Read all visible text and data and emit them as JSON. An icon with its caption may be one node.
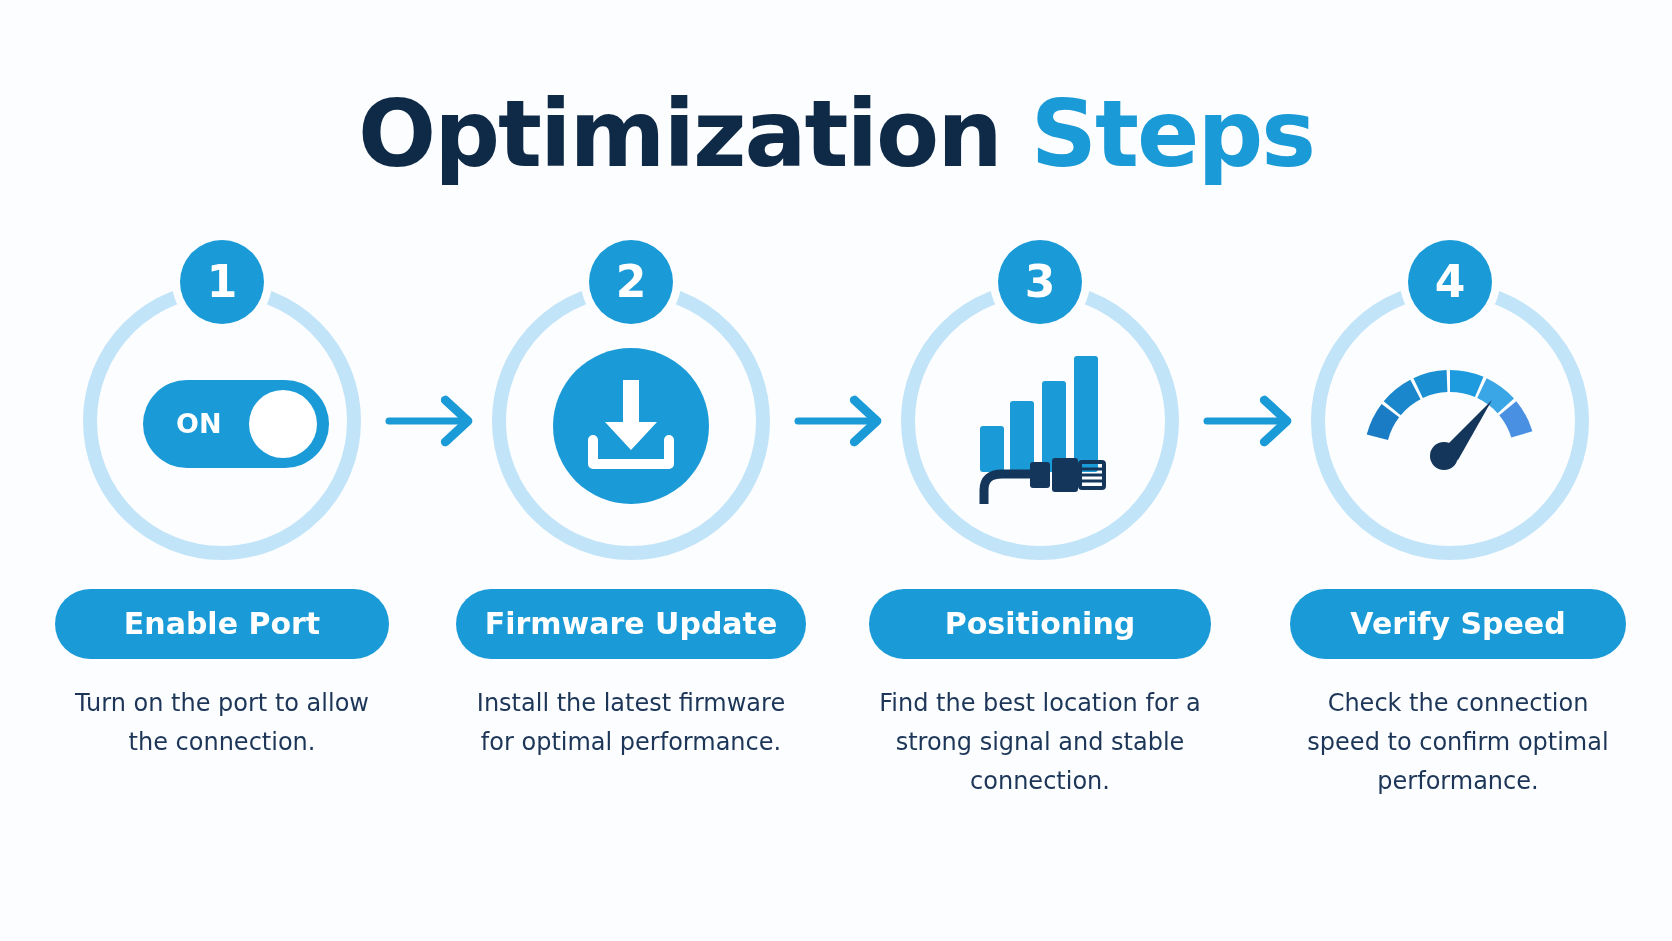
{
  "diagram": {
    "title": "Optimization Steps",
    "nodes": [
      {
        "text": [
          "1"
        ]
      },
      {
        "text": [
          "Enable Port"
        ],
        "beside": [
          "Turn on the port to allow the connection."
        ]
      },
      {
        "text": [
          "2"
        ]
      },
      {
        "text": [
          "Firmware Update"
        ],
        "beside": [
          "Install the latest firmware for optimal performance."
        ]
      },
      {
        "text": [
          "3"
        ]
      },
      {
        "text": [
          "Positioning"
        ],
        "beside": [
          "Find the best location for a strong signal and stable connection."
        ]
      },
      {
        "text": [
          "4"
        ]
      },
      {
        "text": [
          "Verify Speed"
        ],
        "beside": [
          "Check the connection speed to confirm optimal performance."
        ]
      }
    ],
    "edges": [
      {
        "from": 0,
        "to": 2,
        "arrow": "to"
      },
      {
        "from": 2,
        "to": 4,
        "arrow": "to"
      },
      {
        "from": 4,
        "to": 6,
        "arrow": "to"
      }
    ],
    "labels": [
      "ON"
    ]
  }
}
